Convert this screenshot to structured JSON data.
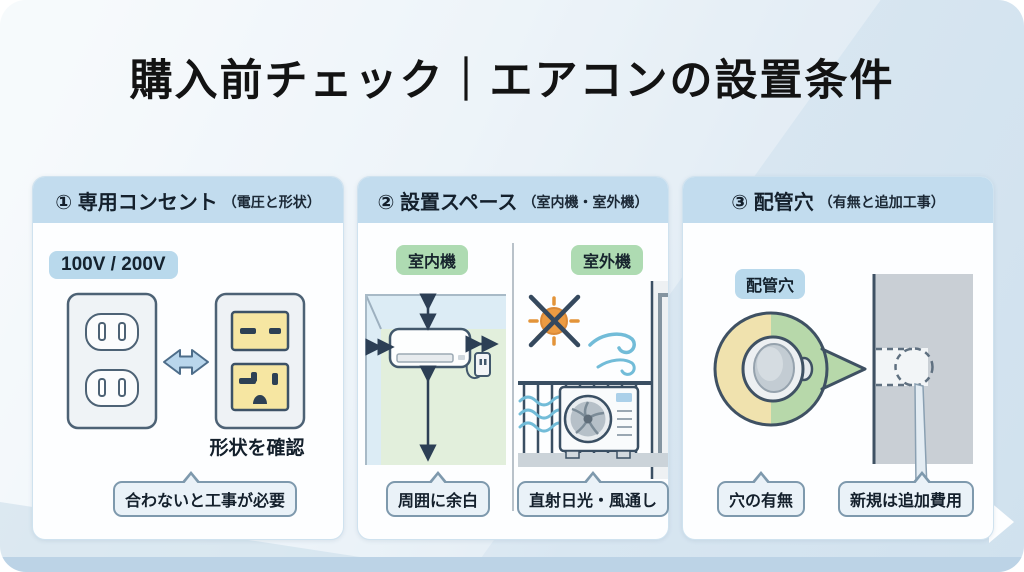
{
  "title": "購入前チェック｜エアコンの設置条件",
  "colors": {
    "header_band": "#c2dcee",
    "badge_blue": "#b9d9ec",
    "badge_green": "#aedbb2",
    "bubble_bg": "#eaf2f8",
    "outlet_yellow": "#f6e6a2",
    "sun_orange": "#ec9b42",
    "wall_gray": "#c9cfd5",
    "circle_yellow": "#f0e2ae",
    "circle_green": "#b7d8aa",
    "page_bg": "#d8e6f1"
  },
  "cards": [
    {
      "header": "① 専用コンセント",
      "header_note": "（電圧と形状）",
      "voltage_label": "100V / 200V",
      "caption": "形状を確認",
      "bubble": "合わないと工事が必要"
    },
    {
      "header": "② 設置スペース",
      "header_note": "（室内機・室外機）",
      "indoor_label": "室内機",
      "outdoor_label": "室外機",
      "bubble_indoor": "周囲に余白",
      "bubble_outdoor": "直射日光・風通し"
    },
    {
      "header": "③ 配管穴",
      "header_note": "（有無と追加工事）",
      "hole_label": "配管穴",
      "bubble_left": "穴の有無",
      "bubble_right": "新規は追加費用"
    }
  ]
}
